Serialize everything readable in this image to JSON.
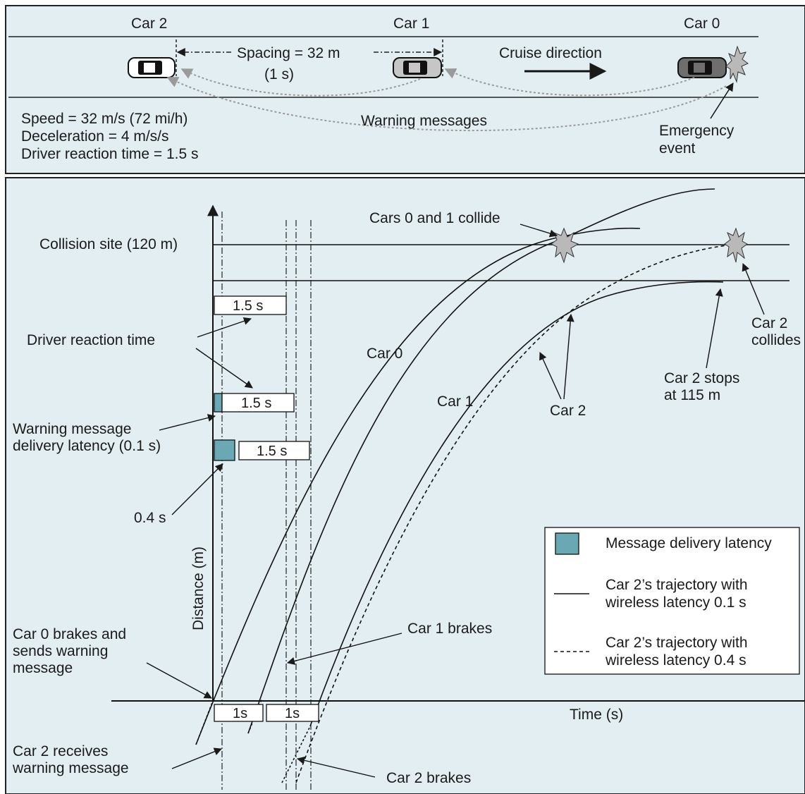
{
  "colors": {
    "panel_bg": "#e3eef3",
    "latency_fill": "#6aa8b4",
    "ink": "#1a1a1a",
    "warning_arrow": "#9a9a9a",
    "burst_fill": "#b9b9b9"
  },
  "scenario": {
    "car_labels": [
      "Car 2",
      "Car 1",
      "Car 0"
    ],
    "spacing_line1": "Spacing = 32 m",
    "spacing_line2": "(1 s)",
    "cruise_direction": "Cruise direction",
    "warning_messages": "Warning messages",
    "speed": "Speed = 32 m/s (72 mi/h)",
    "deceleration": "Deceleration = 4 m/s/s",
    "driver_reaction": "Driver reaction time = 1.5 s",
    "emergency_line1": "Emergency",
    "emergency_line2": "event"
  },
  "plot": {
    "y_axis_label": "Distance (m)",
    "x_axis_label": "Time (s)",
    "collision_site": "Collision site (120 m)",
    "reaction_box_label": "1.5 s",
    "latency_values": [
      "0.1 s",
      "0.4 s"
    ],
    "time_step_box_label": "1s",
    "annotations": {
      "cars_collide": "Cars 0 and 1 collide",
      "driver_reaction_time": "Driver reaction time",
      "warning_latency_line1": "Warning message",
      "warning_latency_line2": "delivery latency (0.1 s)",
      "latency_04": "0.4 s",
      "car0_brakes_line1": "Car 0 brakes and",
      "car0_brakes_line2": "sends warning",
      "car0_brakes_line3": "message",
      "car2_receives_line1": "Car 2 receives",
      "car2_receives_line2": "warning message",
      "car1_brakes": "Car 1 brakes",
      "car2_brakes": "Car 2 brakes",
      "car0_curve": "Car 0",
      "car1_curve": "Car 1",
      "car2_curve": "Car 2",
      "car2_stops_line1": "Car 2 stops",
      "car2_stops_line2": "at 115 m",
      "car2_collides_line1": "Car 2",
      "car2_collides_line2": "collides"
    },
    "legend": {
      "latency_swatch": "Message delivery latency",
      "solid_line1": "Car 2’s trajectory with",
      "solid_line2": "wireless latency 0.1 s",
      "dashed_line1": "Car 2’s trajectory with",
      "dashed_line2": "wireless latency 0.4 s"
    }
  }
}
